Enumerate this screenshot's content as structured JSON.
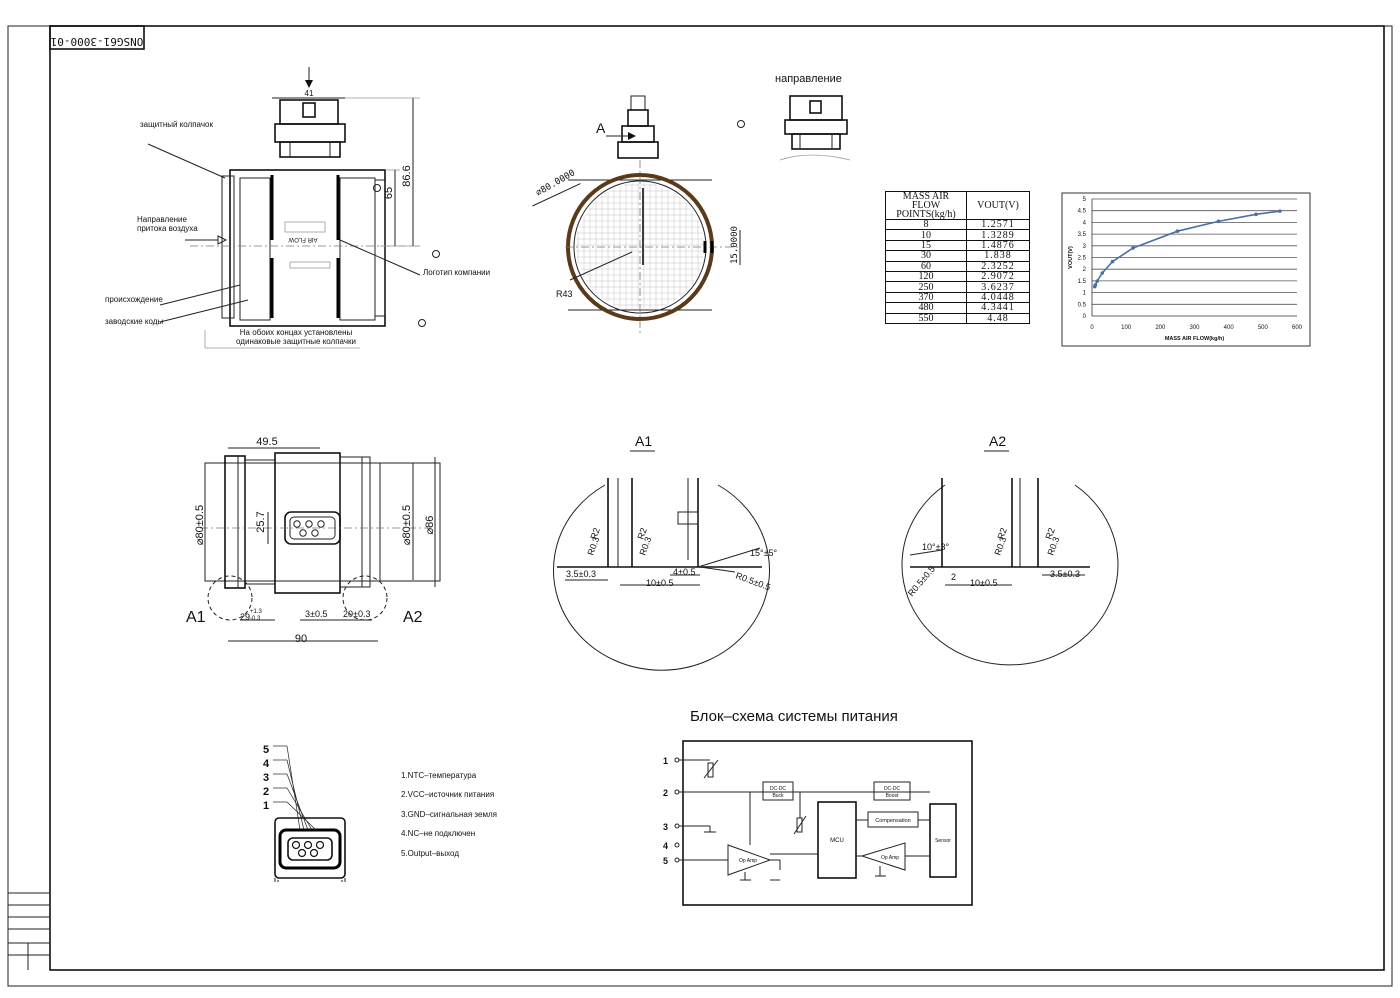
{
  "drawing_code": "ONSG61-3000-01",
  "side_view": {
    "labels": {
      "cap": "защитный колпачок",
      "airflow": [
        "Направление",
        "притока воздуха"
      ],
      "origin": "происхождение",
      "factory": "заводские коды",
      "logo": "Логотип компании",
      "note": [
        "На обоих концах установлены",
        "одинаковые защитные колпачки"
      ],
      "airflow_marking": "AIR FLOW"
    },
    "dims": {
      "w41": "41",
      "h86": "86.6",
      "h65": "65"
    }
  },
  "top_view": {
    "direction": "направление",
    "section": "A",
    "dims": {
      "d80": "⌀80.0000",
      "d15": "15.0000",
      "r43": "R43"
    }
  },
  "table": {
    "header": [
      "MASS AIR FLOW POINTS(kg/h)",
      "VOUT(V)"
    ],
    "rows": [
      [
        "8",
        "1.2571"
      ],
      [
        "10",
        "1.3289"
      ],
      [
        "15",
        "1.4876"
      ],
      [
        "30",
        "1.838"
      ],
      [
        "60",
        "2.3252"
      ],
      [
        "120",
        "2.9072"
      ],
      [
        "250",
        "3.6237"
      ],
      [
        "370",
        "4.0448"
      ],
      [
        "480",
        "4.3441"
      ],
      [
        "550",
        "4.48"
      ]
    ]
  },
  "chart_data": {
    "type": "line",
    "x": [
      8,
      10,
      15,
      30,
      60,
      120,
      250,
      370,
      480,
      550
    ],
    "y": [
      1.2571,
      1.3289,
      1.4876,
      1.838,
      2.3252,
      2.9072,
      3.6237,
      4.0448,
      4.3441,
      4.48
    ],
    "xlabel": "MASS AIR FLOW(kg/h)",
    "ylabel": "VOUT(V)",
    "xlim": [
      0,
      600
    ],
    "ylim": [
      0,
      5
    ],
    "xticks": [
      "0",
      "100",
      "200",
      "300",
      "400",
      "500",
      "600"
    ],
    "yticks": [
      "0",
      "0.5",
      "1",
      "1.5",
      "2",
      "2.5",
      "3",
      "3.5",
      "4",
      "4.5",
      "5"
    ],
    "grid": "horizontal",
    "color": "#4a6fa5"
  },
  "front_view": {
    "dims": {
      "w49": "49.5",
      "d80": "⌀80±0.5",
      "h25": "25.7",
      "d80b": "⌀80±0.5",
      "d86": "⌀86",
      "a29": "29",
      "a29_tol_top": "+1.3",
      "a29_tol_bot": "-0.3",
      "a3": "3±0.5",
      "a20": "20±0.3",
      "w90": "90"
    },
    "callouts": [
      "A1",
      "A2"
    ]
  },
  "detail_a1": {
    "title": "A1",
    "dims": [
      "R2",
      "R0.3",
      "R2",
      "R0.3",
      "15°±5°",
      "3.5±0.3",
      "4±0.5",
      "10±0.5",
      "R0.5±0.5"
    ]
  },
  "detail_a2": {
    "title": "A2",
    "dims": [
      "10°±3°",
      "R2",
      "R0.3",
      "R2",
      "R0.3",
      "R0.5±0.5",
      "2",
      "10±0.5",
      "3.5±0.3"
    ]
  },
  "connector": {
    "pins": [
      "5",
      "4",
      "3",
      "2",
      "1"
    ],
    "legend": [
      "1.NTC–температура",
      "2.VCC–источник питания",
      "3.GND–сигнальная земля",
      "4.NC–не подключен",
      "5.Output–выход"
    ]
  },
  "block_diagram": {
    "title": "Блок–схема системы питания",
    "pins": [
      "1",
      "2",
      "3",
      "4",
      "5"
    ],
    "blocks": {
      "buck": [
        "DC-DC",
        "Buck"
      ],
      "boost": [
        "DC-DC",
        "Boost"
      ],
      "comp": "Compensation",
      "mcu": "MCU",
      "sensor": "Sensor",
      "opamp1": "Op Amp",
      "opamp2": "Op Amp"
    }
  }
}
